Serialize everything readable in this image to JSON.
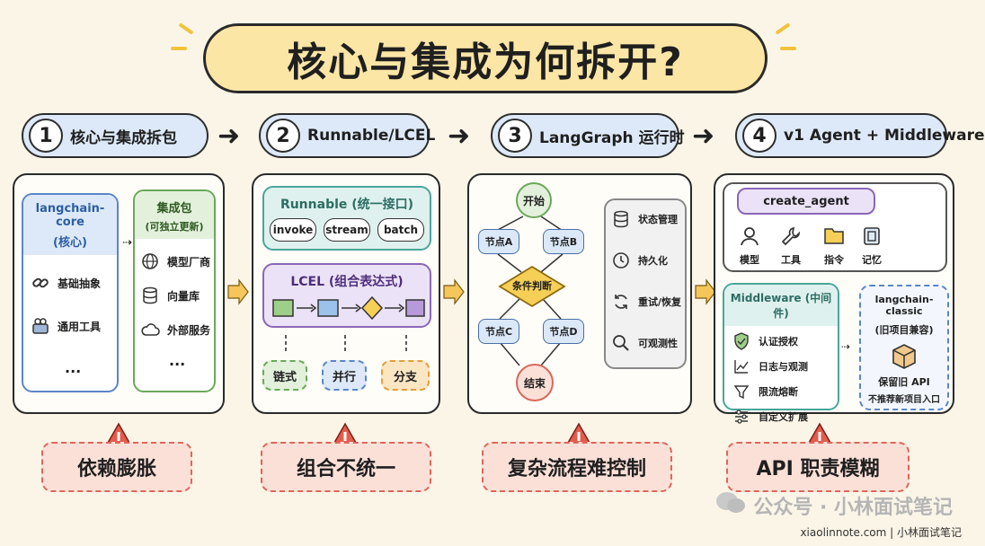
{
  "title": "核心与集成为何拆开?",
  "steps": [
    {
      "num": "1",
      "label": "核心与集成拆包"
    },
    {
      "num": "2",
      "label": "Runnable/LCEL"
    },
    {
      "num": "3",
      "label": "LangGraph 运行时"
    },
    {
      "num": "4",
      "label": "v1 Agent + Middleware"
    }
  ],
  "panel1": {
    "core": {
      "title": "langchain-core",
      "subtitle": "(核心)",
      "items": [
        "基础抽象",
        "通用工具"
      ],
      "more": "..."
    },
    "integration": {
      "title": "集成包",
      "subtitle": "(可独立更新)",
      "items": [
        "模型厂商",
        "向量库",
        "外部服务"
      ],
      "more": "..."
    }
  },
  "panel2": {
    "runnable": {
      "title": "Runnable (统一接口)",
      "buttons": [
        "invoke",
        "stream",
        "batch"
      ]
    },
    "lcel": {
      "title": "LCEL (组合表达式)"
    },
    "modes": [
      "链式",
      "并行",
      "分支"
    ]
  },
  "panel3": {
    "start": "开始",
    "nodeA": "节点A",
    "nodeB": "节点B",
    "decision": "条件判断",
    "nodeC": "节点C",
    "nodeD": "节点D",
    "end": "结束",
    "features": [
      "状态管理",
      "持久化",
      "重试/恢复",
      "可观测性"
    ]
  },
  "panel4": {
    "create_agent": "create_agent",
    "parts": [
      "模型",
      "工具",
      "指令",
      "记忆"
    ],
    "middleware": {
      "title": "Middleware (中间件)",
      "items": [
        "认证授权",
        "日志与观测",
        "限流熔断",
        "自定义扩展"
      ]
    },
    "classic": {
      "title": "langchain-classic",
      "subtitle": "(旧项目兼容)",
      "note1": "保留旧 API",
      "note2": "不推荐新项目入口"
    }
  },
  "problems": [
    "依赖膨胀",
    "组合不统一",
    "复杂流程难控制",
    "API 职责模糊"
  ],
  "watermark": {
    "line1": "公众号 · 小林面试笔记",
    "line2": "xiaolinnote.com | 小林面试笔记"
  },
  "colors": {
    "blue": "#dde9f8",
    "green": "#e3f1dc",
    "purple": "#ece2f7",
    "red": "#fbe0d8",
    "yellow": "#fbe6a6",
    "teal": "#dff1ee"
  }
}
